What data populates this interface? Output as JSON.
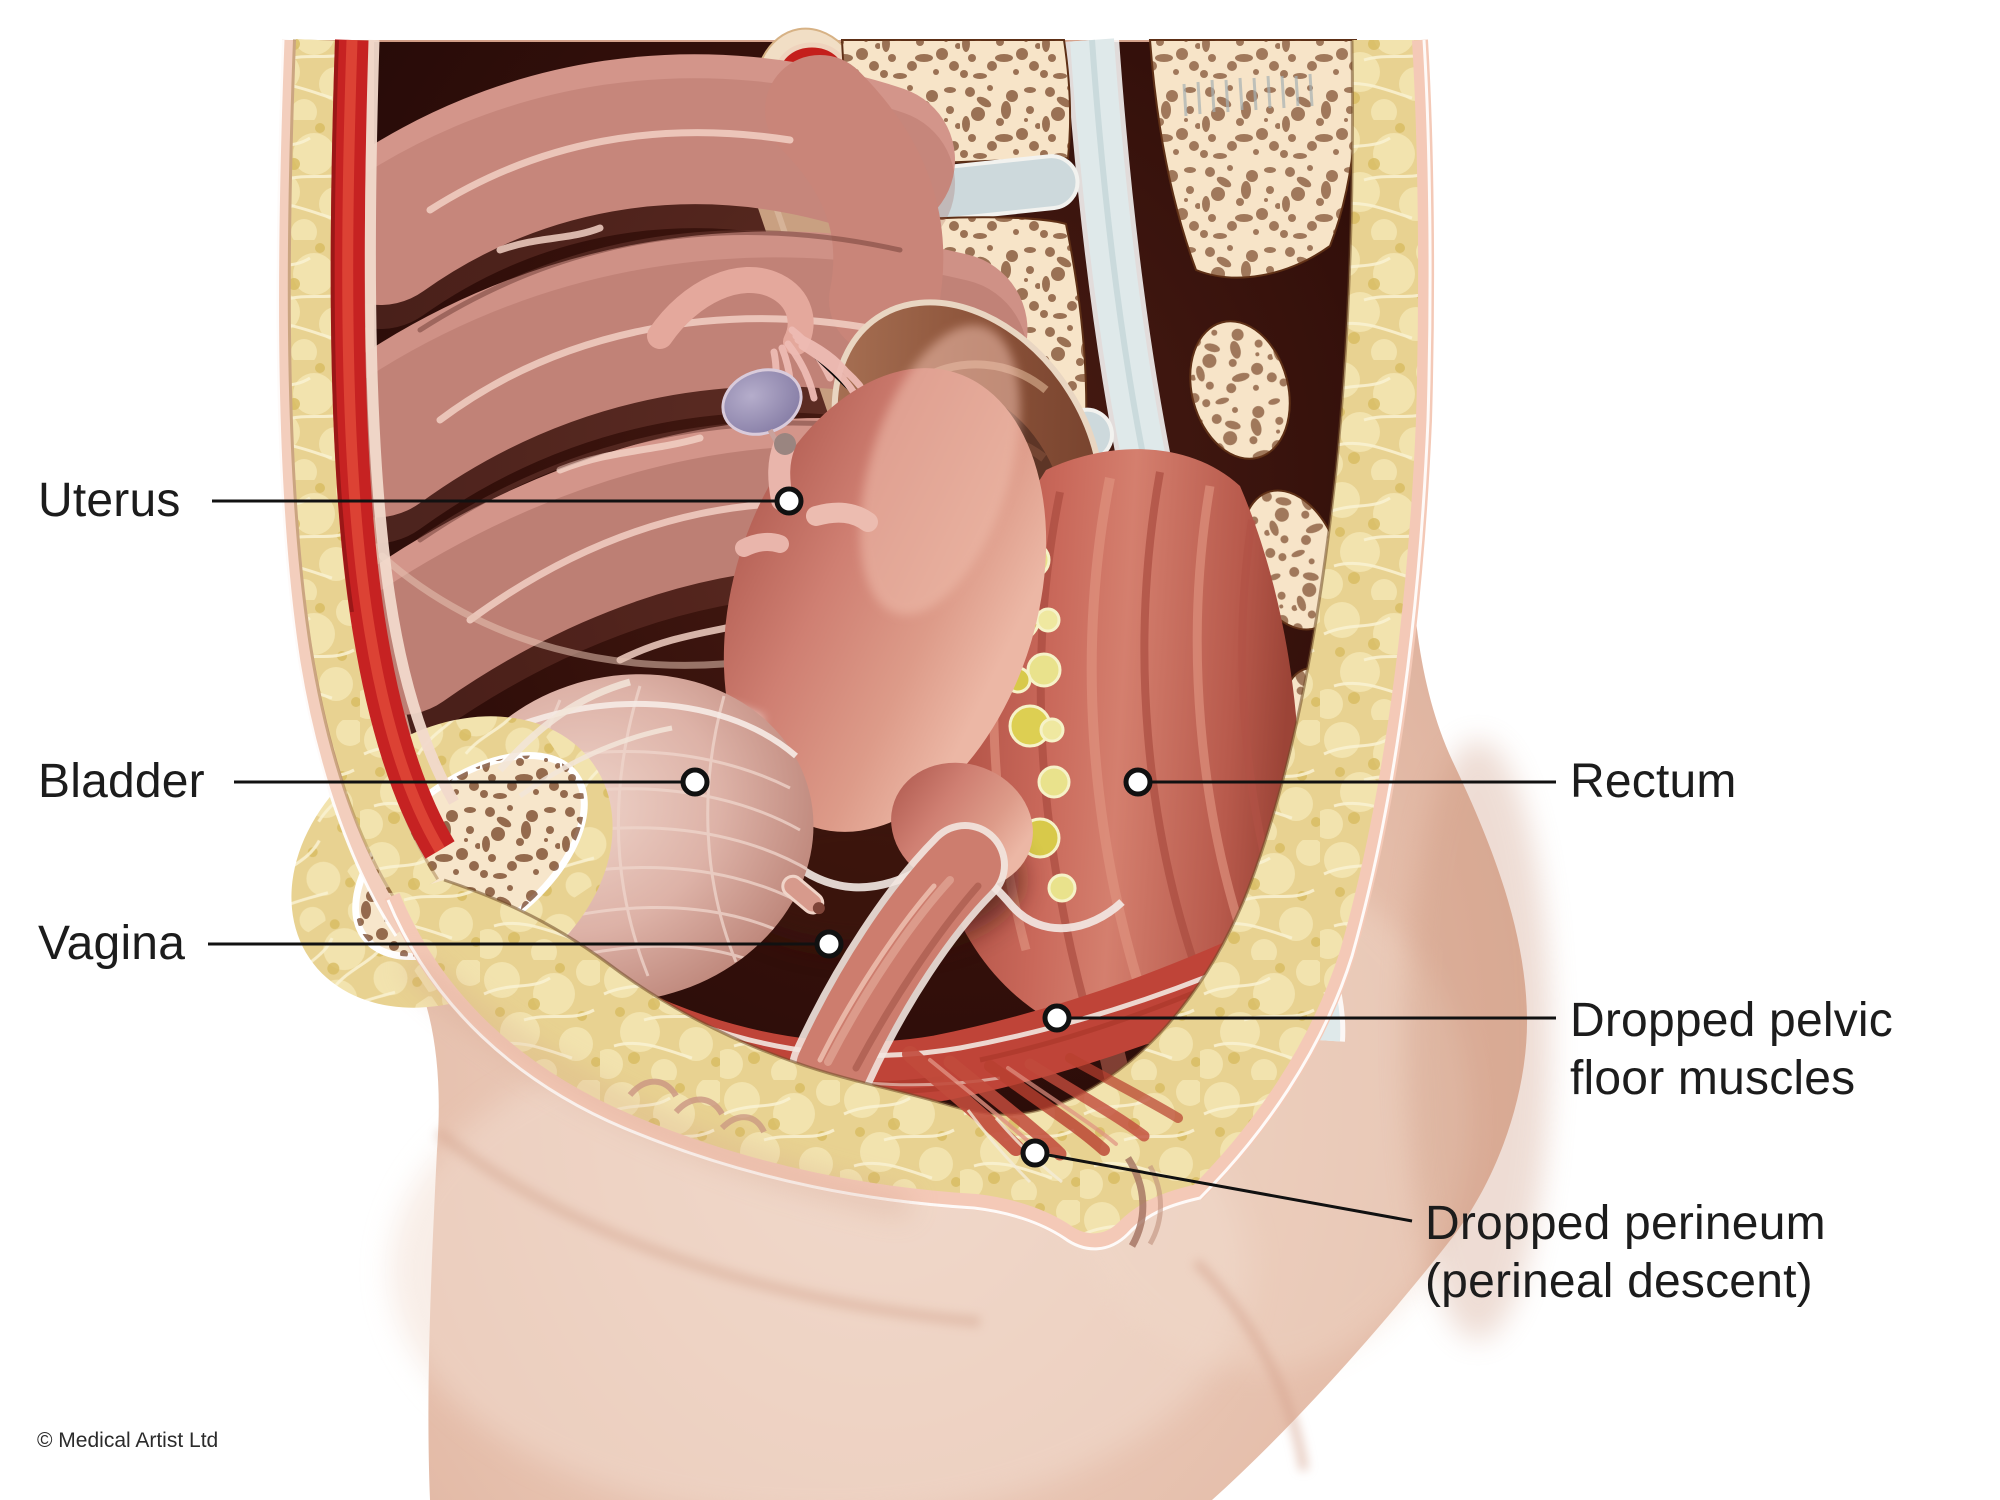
{
  "callouts": [
    {
      "id": "uterus",
      "label": "Uterus",
      "side": "left"
    },
    {
      "id": "bladder",
      "label": "Bladder",
      "side": "left"
    },
    {
      "id": "vagina",
      "label": "Vagina",
      "side": "left"
    },
    {
      "id": "rectum",
      "label": "Rectum",
      "side": "right"
    },
    {
      "id": "pelvic-floor",
      "label_line1": "Dropped pelvic",
      "label_line2": "floor muscles",
      "side": "right"
    },
    {
      "id": "perineum",
      "label_line1": "Dropped perineum",
      "label_line2": "(perineal descent)",
      "side": "right"
    }
  ],
  "copyright": "© Medical Artist Ltd",
  "colors": {
    "background": "#ffffff",
    "label_text": "#1c1c1c",
    "leader_line": "#111111",
    "callout_dot_fill": "#ffffff",
    "callout_dot_stroke": "#111111",
    "skin": "#e3b7a4",
    "subcutaneous_fat": "#e8d291",
    "bone": "#f7e4c8",
    "bone_speckle": "#6e3a1d",
    "muscle_red": "#c62222",
    "rectum": "#c9685a",
    "uterus": "#d08275",
    "bladder": "#dcb0a5",
    "intestine": "#d3958a",
    "disc_cartilage": "#cdd9dc",
    "cavity": "#320f0a"
  }
}
